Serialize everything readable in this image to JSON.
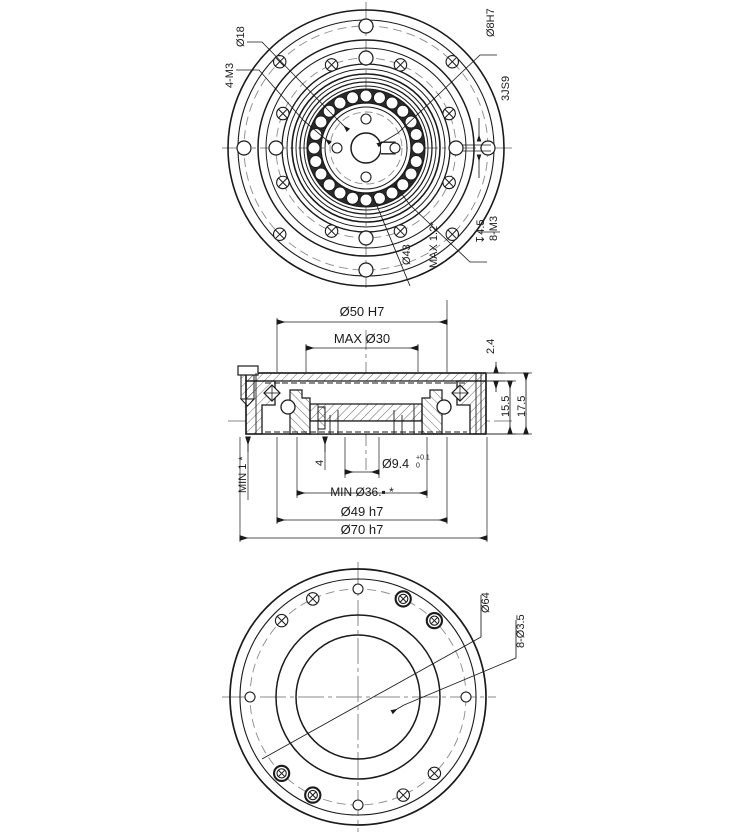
{
  "drawing": {
    "title": "Crossed roller bearing flange unit — 3-view engineering drawing",
    "sheet_size": "753x835",
    "line_color": "#1a1a1a",
    "background_color": "#ffffff",
    "centerline_color": "#8a8a8a",
    "units": "mm"
  },
  "top_view": {
    "name": "top-view",
    "labels": {
      "bolt_circle_18": "Ø18",
      "four_m3": "4-M3",
      "bore_8h7": "Ø8H7",
      "key_3js9": "3JS9",
      "eight_m3": "8-M3",
      "depth_4_5": "↧4.5",
      "diameter_43": "Ø43",
      "max_1_2": "MAX 1.2*"
    }
  },
  "section_view": {
    "name": "section-view",
    "dimensions": {
      "d50_h7": "Ø50 H7",
      "max_d30": "MAX Ø30",
      "d2_4": "2.4",
      "d15_5": "15.5",
      "d17_5": "17.5",
      "min_1": "MIN 1 *",
      "d4": "4",
      "d9_4_tol": "Ø9.4",
      "d9_4_upper": "+0.1",
      "d9_4_lower": "0",
      "min_d36": "MIN Ø36.▪ *",
      "d49_h7": "Ø49 h7",
      "d70_h7": "Ø70 h7"
    }
  },
  "bottom_view": {
    "name": "bottom-view",
    "labels": {
      "bolt_circle_64": "Ø64",
      "eight_d3_5": "8-Ø3.5"
    }
  },
  "chart_data": {
    "type": "table",
    "title": "Crossed roller bearing flange unit dimensions",
    "categories": [
      "Ø18",
      "4-M3",
      "Ø8H7",
      "3JS9",
      "8-M3",
      "↧4.5",
      "Ø43",
      "MAX 1.2*",
      "Ø50 H7",
      "MAX Ø30",
      "2.4",
      "15.5",
      "17.5",
      "MIN 1 *",
      "4",
      "Ø9.4 +0.1/0",
      "MIN Ø36.▪ *",
      "Ø49 h7",
      "Ø70 h7",
      "Ø64",
      "8-Ø3.5"
    ],
    "values": [
      18,
      3,
      8,
      3,
      3,
      4.5,
      43,
      1.2,
      50,
      30,
      2.4,
      15.5,
      17.5,
      1,
      4,
      9.4,
      36,
      49,
      70,
      64,
      3.5
    ]
  }
}
